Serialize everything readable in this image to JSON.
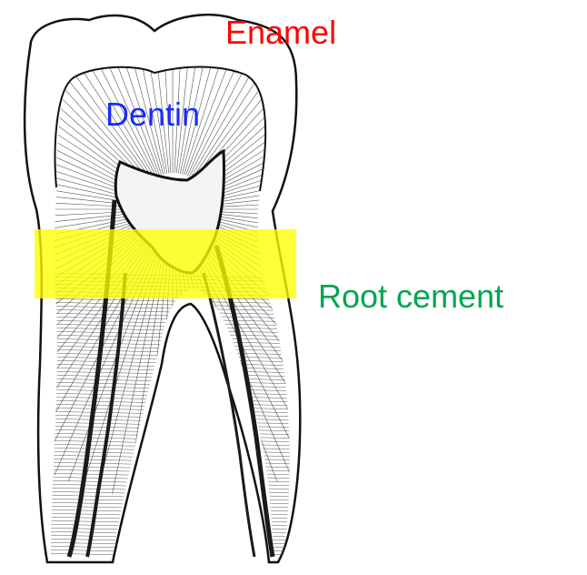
{
  "labels": {
    "enamel": "Enamel",
    "dentin": "Dentin",
    "root_cement": "Root cement"
  },
  "colors": {
    "enamel": "#ff0000",
    "dentin": "#1a2bff",
    "root_cement": "#00a650",
    "highlight": "#ffff00",
    "outline": "#111111",
    "pulp": "#1a1a1a"
  }
}
